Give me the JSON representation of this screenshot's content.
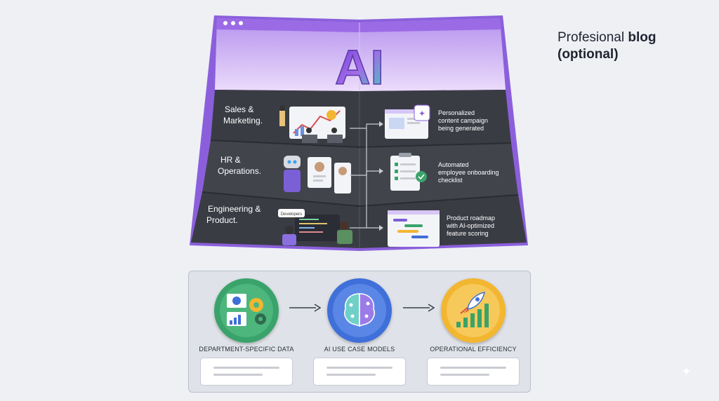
{
  "corner": {
    "line1_regular": "Profesional ",
    "line1_bold": "blog",
    "line2": "(optional)"
  },
  "brochure": {
    "title": "AI",
    "rows": [
      {
        "label_line1": "Sales &",
        "label_line2": "Marketing.",
        "out_line1": "Personalized",
        "out_line2": "content campaign",
        "out_line3": "being generated"
      },
      {
        "label_line1": "HR &",
        "label_line2": "Operations.",
        "out_line1": "Automated",
        "out_line2": "employee onboarding",
        "out_line3": "checklist"
      },
      {
        "label_line1": "Engineering &",
        "label_line2": "Product.",
        "out_line1": "Product roadmap",
        "out_line2": "with AI-optimized",
        "out_line3": "feature scoring"
      }
    ],
    "developers_badge": "Developers"
  },
  "flow": {
    "steps": [
      {
        "label": "DEPARTMENT-SPECIFIC DATA",
        "icon": "data-gears-icon",
        "color": "#3aa36b"
      },
      {
        "label": "AI USE CASE MODELS",
        "icon": "brain-circuit-icon",
        "color": "#3f6fd8"
      },
      {
        "label": "OPERATIONAL EFFICIENCY",
        "icon": "rocket-growth-icon",
        "color": "#f2b630"
      }
    ]
  },
  "colors": {
    "accent_purple": "#a27ae8",
    "panel_dark": "#3a3c44",
    "page_bg": "#eef0f4"
  }
}
